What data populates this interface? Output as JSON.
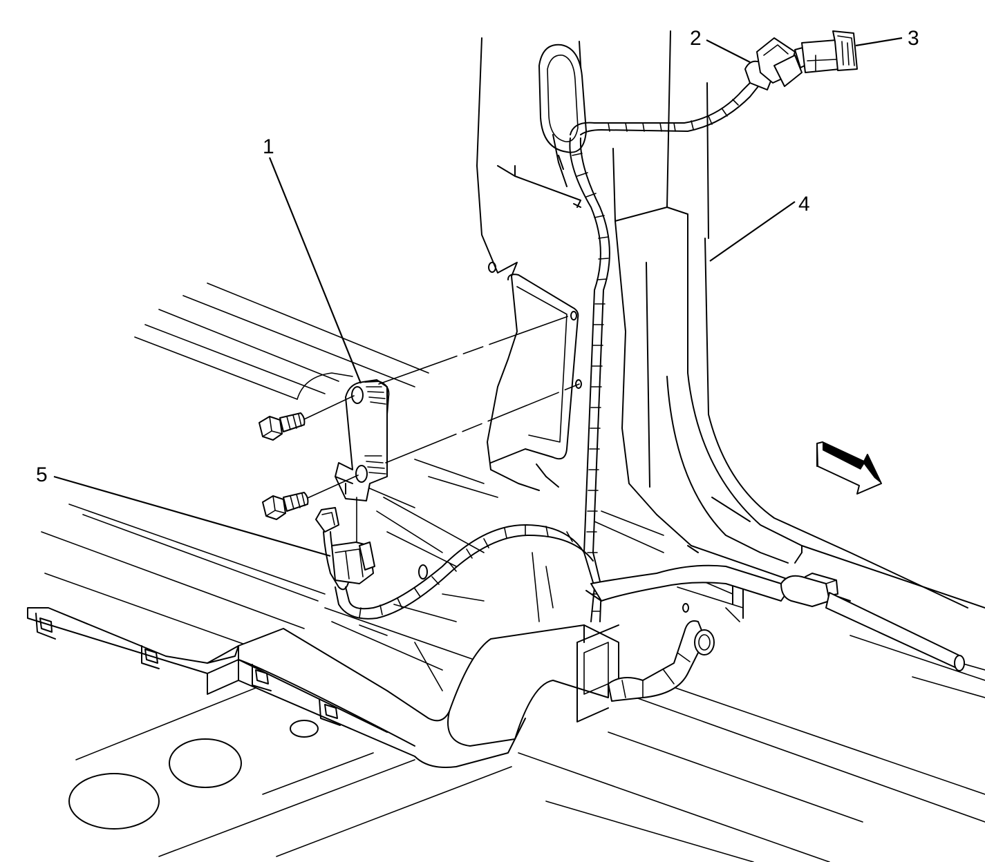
{
  "callouts": [
    {
      "id": "1",
      "text": "1"
    },
    {
      "id": "2",
      "text": "2"
    },
    {
      "id": "3",
      "text": "3"
    },
    {
      "id": "4",
      "text": "4"
    },
    {
      "id": "5",
      "text": "5"
    }
  ],
  "icons": {
    "direction_arrow": "forward-direction-arrow-icon"
  },
  "colors": {
    "line": "#000000",
    "background": "#ffffff"
  }
}
